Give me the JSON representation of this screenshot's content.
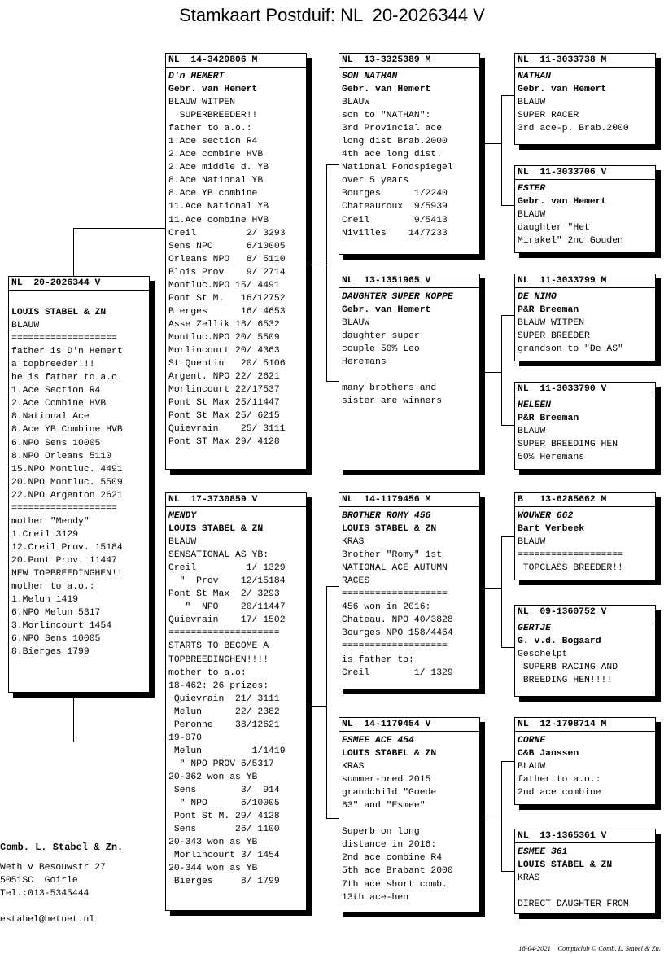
{
  "title": "Stamkaart Postduif: NL  20-2026344 V",
  "subject": {
    "ring": "NL  20-2026344 V",
    "lines": [
      "",
      "LOUIS STABEL & ZN",
      "BLAUW",
      "===================",
      "father is D'n Hemert",
      "a topbreeder!!!",
      "he is father to a.o.",
      "1.Ace Section R4",
      "2.Ace Combine HVB",
      "8.National Ace",
      "8.Ace YB Combine HVB",
      "6.NPO Sens 10005",
      "8.NPO Orleans 5110",
      "15.NPO Montluc. 4491",
      "20.NPO Montluc. 5509",
      "22.NPO Argenton 2621",
      "===================",
      "mother \"Mendy\"",
      "1.Creil 3129",
      "12.Creil Prov. 15184",
      "20.Pont Prov. 11447",
      "NEW TOPBREEDINGHEN!!",
      "mother to a.o.:",
      "1.Melun 1419",
      "6.NPO Melun 5317",
      "3.Morlincourt 1454",
      "6.NPO Sens 10005",
      "8.Bierges 1799"
    ]
  },
  "father": {
    "ring": "NL  14-3429806 M",
    "name": "D'n HEMERT",
    "owner": "Gebr. van Hemert",
    "lines": [
      "BLAUW WITPEN",
      "  SUPERBREEDER!!",
      "father to a.o.:",
      "1.Ace section R4",
      "2.Ace combine HVB",
      "2.Ace middle d. YB",
      "8.Ace National YB",
      "8.Ace YB combine",
      "11.Ace National YB",
      "11.Ace combine HVB",
      "Creil         2/ 3293",
      "Sens NPO      6/10005",
      "Orleans NPO   8/ 5110",
      "Blois Prov    9/ 2714",
      "Montluc.NPO 15/ 4491",
      "Pont St M.   16/12752",
      "Bierges      16/ 4653",
      "Asse Zellik 18/ 6532",
      "Montluc.NPO 20/ 5509",
      "Morlincourt 20/ 4363",
      "St Quentin   20/ 5106",
      "Argent. NPO 22/ 2621",
      "Morlincourt 22/17537",
      "Pont St Max 25/11447",
      "Pont St Max 25/ 6215",
      "Quievrain    25/ 3111",
      "Pont ST Max 29/ 4128"
    ]
  },
  "mother": {
    "ring": "NL  17-3730859 V",
    "name": "MENDY",
    "owner": "LOUIS STABEL & ZN",
    "lines": [
      "BLAUW",
      "SENSATIONAL AS YB:",
      "Creil         1/ 1329",
      "  \"  Prov    12/15184",
      "Pont St Max  2/ 3293",
      "   \"  NPO    20/11447",
      "Quievrain    17/ 1502",
      "====================",
      "STARTS TO BECOME A",
      "TOPBREEDINGHEN!!!!",
      "mother to a.o:",
      "18-462: 26 prizes:",
      " Quievrain  21/ 3111",
      " Melun      22/ 2382",
      " Peronne    38/12621",
      "19-070",
      " Melun         1/1419",
      "  \" NPO PROV 6/5317",
      "20-362 won as YB",
      " Sens        3/  914",
      "  \" NPO      6/10005",
      " Pont St M. 29/ 4128",
      " Sens       26/ 1100",
      "20-343 won as YB",
      " Morlincourt 3/ 1454",
      "20-344 won as YB",
      " Bierges     8/ 1799"
    ]
  },
  "ff": {
    "ring": "NL  13-3325389 M",
    "name": "SON NATHAN",
    "owner": "Gebr. van Hemert",
    "lines": [
      "BLAUW",
      "son to \"NATHAN\":",
      "3rd Provincial ace",
      "long dist Brab.2000",
      "4th ace long dist.",
      "National Fondspiegel",
      "over 5 years",
      "Bourges      1/2240",
      "Chateauroux  9/5939",
      "Creil        9/5413",
      "Nivilles    14/7233"
    ]
  },
  "fm": {
    "ring": "NL  13-1351965 V",
    "name": "DAUGHTER SUPER KOPPE",
    "owner": "Gebr. van Hemert",
    "lines": [
      "BLAUW",
      "daughter super",
      "couple 50% Leo",
      "Heremans",
      "",
      "many brothers and",
      "sister are winners"
    ]
  },
  "mf": {
    "ring": "NL  14-1179456 M",
    "name": "BROTHER ROMY 456",
    "owner": "LOUIS STABEL & ZN",
    "lines": [
      "KRAS",
      "Brother \"Romy\" 1st",
      "NATIONAL ACE AUTUMN",
      "RACES",
      "===================",
      "456 won in 2016:",
      "Chateau. NPO 40/3828",
      "Bourges NPO 158/4464",
      "===================",
      "is father to:",
      "Creil        1/ 1329"
    ]
  },
  "mm": {
    "ring": "NL  14-1179454 V",
    "name": "ESMEE ACE 454",
    "owner": "LOUIS STABEL & ZN",
    "lines": [
      "KRAS",
      "summer-bred 2015",
      "grandchild \"Goede",
      "83\" and \"Esmee\"",
      "",
      "Superb on long",
      "distance in 2016:",
      "2nd ace combine R4",
      "5th ace Brabant 2000",
      "7th ace short comb.",
      "13th ace-hen"
    ]
  },
  "fff": {
    "ring": "NL  11-3033738 M",
    "name": "NATHAN",
    "owner": "Gebr. van Hemert",
    "lines": [
      "BLAUW",
      "SUPER RACER",
      "3rd ace-p. Brab.2000"
    ]
  },
  "ffm": {
    "ring": "NL  11-3033706 V",
    "name": "ESTER",
    "owner": "Gebr. van Hemert",
    "lines": [
      "BLAUW",
      "daughter \"Het",
      "Mirakel\" 2nd Gouden"
    ]
  },
  "fmf": {
    "ring": "NL  11-3033799 M",
    "name": "DE NIMO",
    "owner": "P&R Breeman",
    "lines": [
      "BLAUW WITPEN",
      "SUPER BREEDER",
      "grandson to \"De AS\""
    ]
  },
  "fmm": {
    "ring": "NL  11-3033790 V",
    "name": "HELEEN",
    "owner": "P&R Breeman",
    "lines": [
      "BLAUW",
      "SUPER BREEDING HEN",
      "50% Heremans"
    ]
  },
  "mff": {
    "ring": "B   13-6285662 M",
    "name": "WOUWER 662",
    "owner": "Bart Verbeek",
    "lines": [
      "BLAUW",
      "===================",
      " TOPCLASS BREEDER!!"
    ]
  },
  "mfm": {
    "ring": "NL  09-1360752 V",
    "name": "GERTJE",
    "owner": "G. v.d. Bogaard",
    "lines": [
      "Geschelpt",
      " SUPERB RACING AND",
      " BREEDING HEN!!!!"
    ]
  },
  "mmf": {
    "ring": "NL  12-1798714 M",
    "name": "CORNE",
    "owner": "C&B Janssen",
    "lines": [
      "BLAUW",
      "father to a.o.:",
      "2nd ace combine"
    ]
  },
  "mmm": {
    "ring": "NL  13-1365361 V",
    "name": "ESMEE 361",
    "owner": "LOUIS STABEL & ZN",
    "lines": [
      "KRAS",
      "",
      "DIRECT DAUGHTER FROM"
    ]
  },
  "footer": {
    "company": "Comb. L. Stabel & Zn.",
    "street": "Weth v Besouwstr 27",
    "city": "5051SC  Goirle",
    "phone": "Tel.:013-5345444",
    "email": "estabel@hetnet.nl",
    "stamp": "18-04-2021    Compuclub © Comb. L. Stabel & Zn."
  }
}
